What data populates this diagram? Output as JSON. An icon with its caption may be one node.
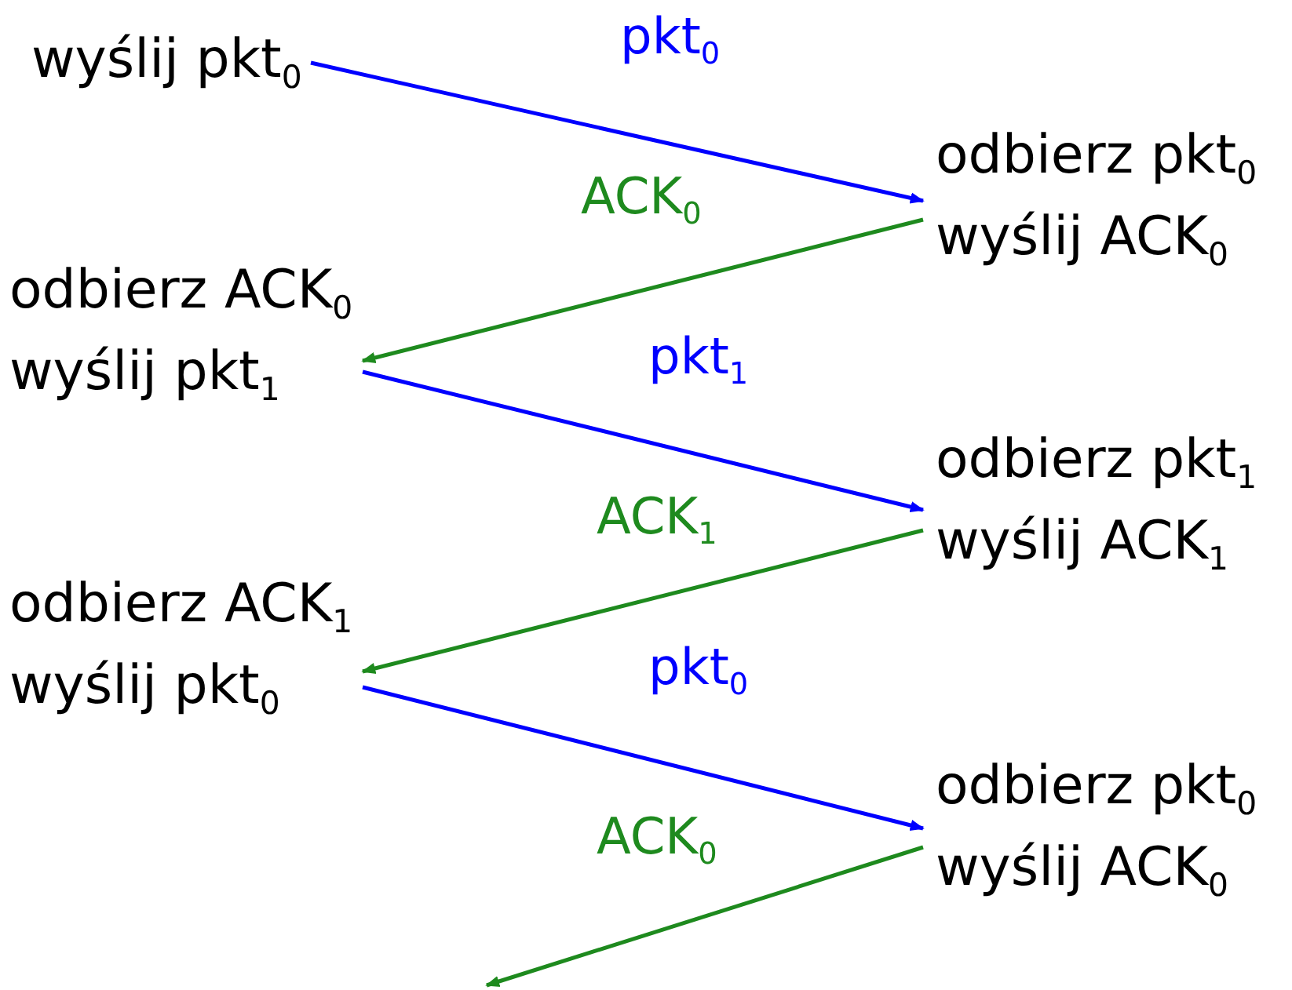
{
  "diagram": {
    "nodes": [
      {
        "text": [
          "wyślij pkt$_{0}$"
        ]
      },
      {
        "text": [
          "odbierz pkt$_{0}$",
          "wyślij ACK$_{0}$"
        ]
      },
      {
        "text": [
          "odbierz ACK$_{0}$",
          "wyślij pkt$_{1}$"
        ]
      },
      {
        "text": [
          "odbierz pkt$_{1}$",
          "wyślij ACK$_{1}$"
        ]
      },
      {
        "text": [
          "odbierz ACK$_{1}$",
          "wyślij pkt$_{0}$"
        ]
      },
      {
        "text": [
          "odbierz pkt$_{0}$",
          "wyślij ACK$_{0}$"
        ]
      }
    ],
    "edges": [
      {
        "from": 0,
        "to": 1,
        "arrow": "to",
        "label": "pkt$_{0}$",
        "color": "#0000ff"
      },
      {
        "from": 1,
        "to": 2,
        "arrow": "to",
        "label": "ACK$_{0}$",
        "color": "#1e8a1e"
      },
      {
        "from": 2,
        "to": 3,
        "arrow": "to",
        "label": "pkt$_{1}$",
        "color": "#0000ff"
      },
      {
        "from": 3,
        "to": 4,
        "arrow": "to",
        "label": "ACK$_{1}$",
        "color": "#1e8a1e"
      },
      {
        "from": 4,
        "to": 5,
        "arrow": "to",
        "label": "pkt$_{0}$",
        "color": "#0000ff"
      },
      {
        "from": 5,
        "to": null,
        "arrow": "to",
        "label": "ACK$_{0}$",
        "color": "#1e8a1e"
      }
    ]
  }
}
